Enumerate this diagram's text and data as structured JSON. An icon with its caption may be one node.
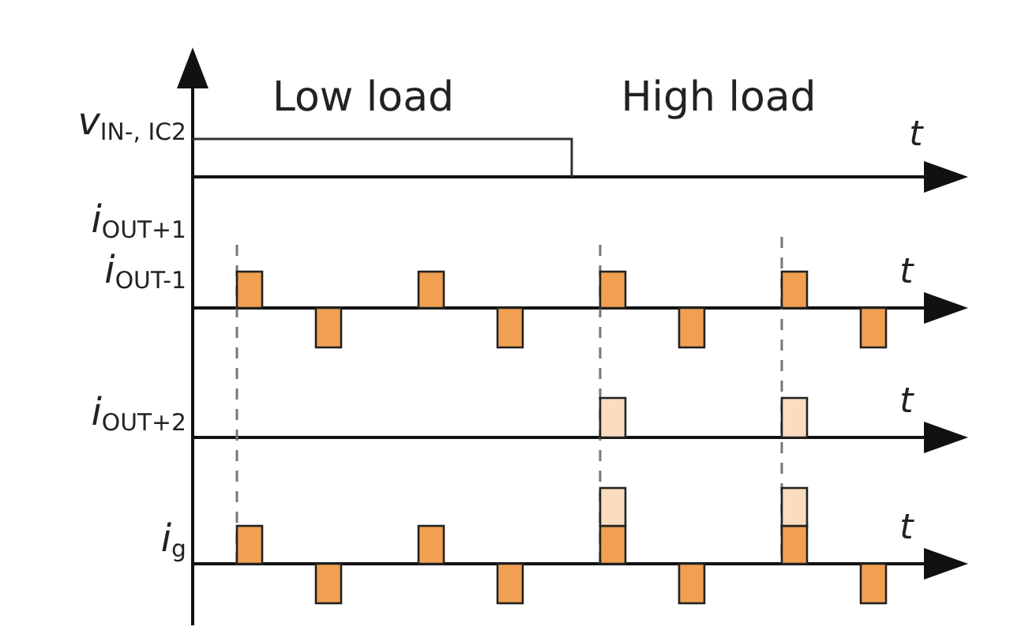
{
  "diagram": {
    "labels": [
      "Low load",
      "High load",
      "*v*$_{IN-, IC2}$",
      "*t*",
      "*i*$_{OUT+1}$",
      "*i*$_{OUT-1}$",
      "*t*",
      "*i*$_{OUT+2}$",
      "*t*",
      "*i*$_{g}$",
      "*t*"
    ]
  }
}
